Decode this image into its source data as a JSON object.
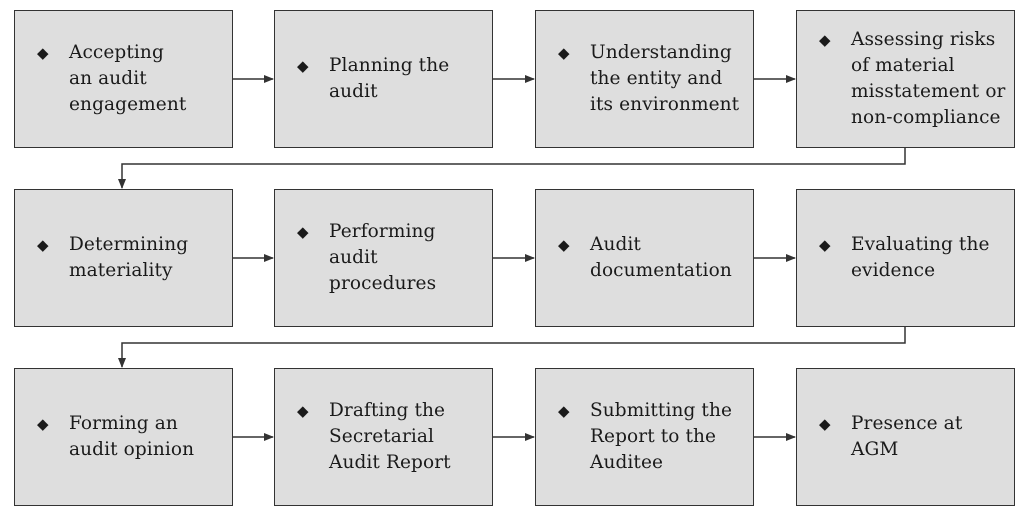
{
  "diagram": {
    "steps": [
      {
        "label": "Accepting\nan audit\nengagement"
      },
      {
        "label": "Planning the\naudit"
      },
      {
        "label": "Understanding\nthe entity and\nits environment"
      },
      {
        "label": "Assessing risks\nof material\nmisstatement or\nnon-compliance"
      },
      {
        "label": "Determining\nmateriality"
      },
      {
        "label": "Performing\naudit\nprocedures"
      },
      {
        "label": "Audit\ndocumentation"
      },
      {
        "label": "Evaluating the\nevidence"
      },
      {
        "label": "Forming an\naudit opinion"
      },
      {
        "label": "Drafting the\nSecretarial\nAudit Report"
      },
      {
        "label": "Submitting the\nReport to the\nAuditee"
      },
      {
        "label": "Presence at\nAGM"
      }
    ],
    "bullet_glyph": "◆",
    "colors": {
      "box_fill": "#dedede",
      "box_border": "#333333",
      "arrow": "#333333",
      "text": "#1a1a1a"
    }
  }
}
